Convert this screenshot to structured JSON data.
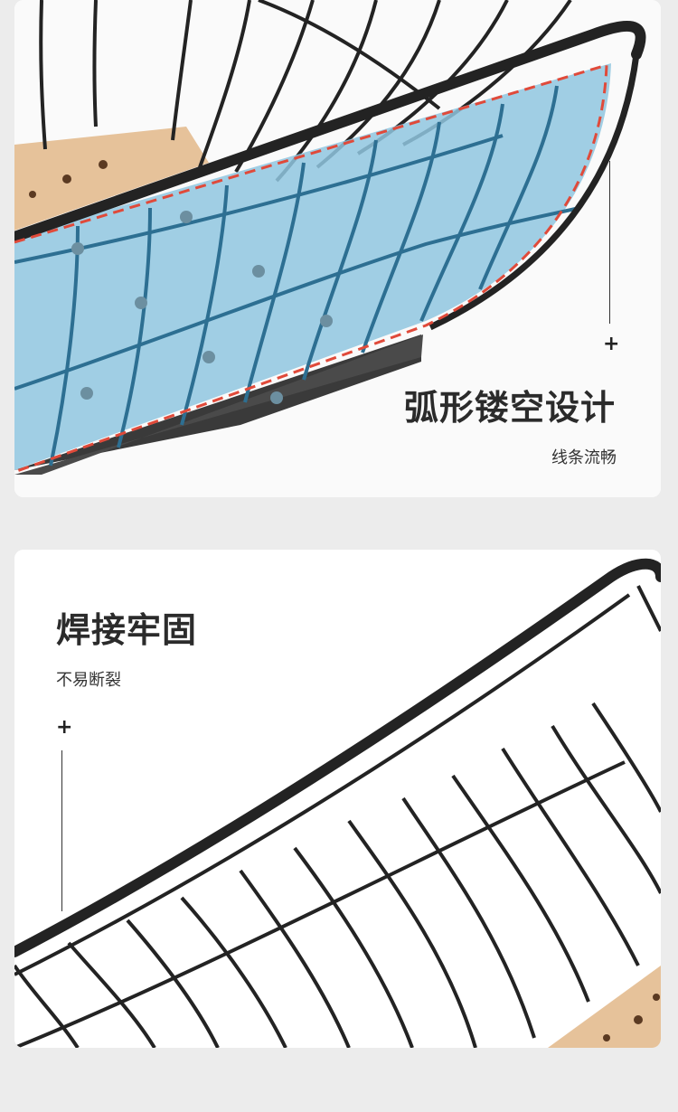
{
  "section_arc": {
    "title": "弧形镂空设计",
    "subtitle": "线条流畅",
    "plus_symbol": "+"
  },
  "section_weld": {
    "title": "焊接牢固",
    "subtitle": "不易断裂",
    "plus_symbol": "+"
  },
  "colors": {
    "page_bg": "#ececec",
    "card_bg": "#ffffff",
    "wire": "#232323",
    "wood": "#e6c29a",
    "highlight_fill": "#8fc6df",
    "dashed_outline": "#e04a3a"
  }
}
